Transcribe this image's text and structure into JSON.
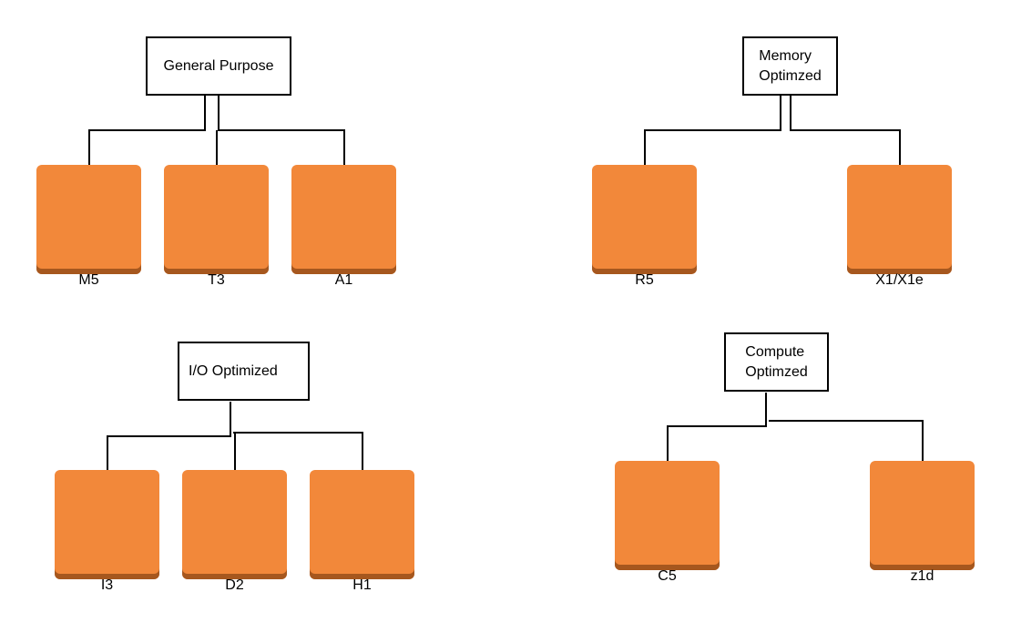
{
  "colors": {
    "instance_fill": "#f2883a",
    "instance_shadow": "#a6571e",
    "line": "#000000"
  },
  "groups": [
    {
      "category": "General Purpose",
      "instances": [
        "M5",
        "T3",
        "A1"
      ]
    },
    {
      "category": "Memory\nOptimzed",
      "instances": [
        "R5",
        "X1/X1e"
      ]
    },
    {
      "category": "I/O Optimized",
      "instances": [
        "I3",
        "D2",
        "H1"
      ]
    },
    {
      "category": "Compute\nOptimzed",
      "instances": [
        "C5",
        "z1d"
      ]
    }
  ]
}
